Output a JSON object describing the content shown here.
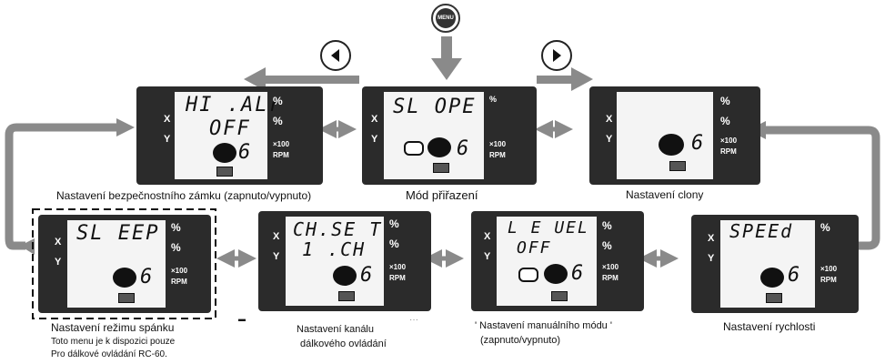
{
  "menu_button": "MENU",
  "screens": [
    {
      "id": "hi-alarm",
      "line1": "HI .ALr",
      "line2": "OFF",
      "digit": "6",
      "caption": "Nastavení bezpečnostního  zámku (zapnuto/vypnuto)"
    },
    {
      "id": "slope",
      "line1": "SL OPE",
      "line2": "",
      "digit": "6",
      "caption": "Mód přiřazení"
    },
    {
      "id": "aperture",
      "line1": "",
      "line2": "",
      "digit": "6",
      "caption": "Nastavení clony"
    },
    {
      "id": "sleep",
      "line1": "SL EEP",
      "line2": "",
      "digit": "6",
      "caption": "Nastavení režimu spánku",
      "note_lines": [
        "Toto menu je k  dispozici pouze",
        "Pro dálkové ovládání RC-60."
      ]
    },
    {
      "id": "chset",
      "line1": "CH.SE T",
      "line2": "1 .CH",
      "digit": "6",
      "caption_lines": [
        "Nastavení kanálu",
        "dálkového ovládání"
      ]
    },
    {
      "id": "level",
      "line1": "L E UEL",
      "line2": "OFF",
      "digit": "6",
      "caption_lines": [
        "' Nastavení manuálního módu '",
        "(zapnuto/vypnuto)"
      ]
    },
    {
      "id": "speed",
      "line1": "SPEEd",
      "line2": "",
      "digit": "6",
      "caption": "Nastavení rychlosti"
    }
  ],
  "lcd_labels": {
    "x": "X",
    "y": "Y",
    "percent": "%",
    "x100": "×100",
    "rpm": "RPM"
  },
  "stray_marks": {
    "dash": "▬",
    "dots": "···"
  }
}
